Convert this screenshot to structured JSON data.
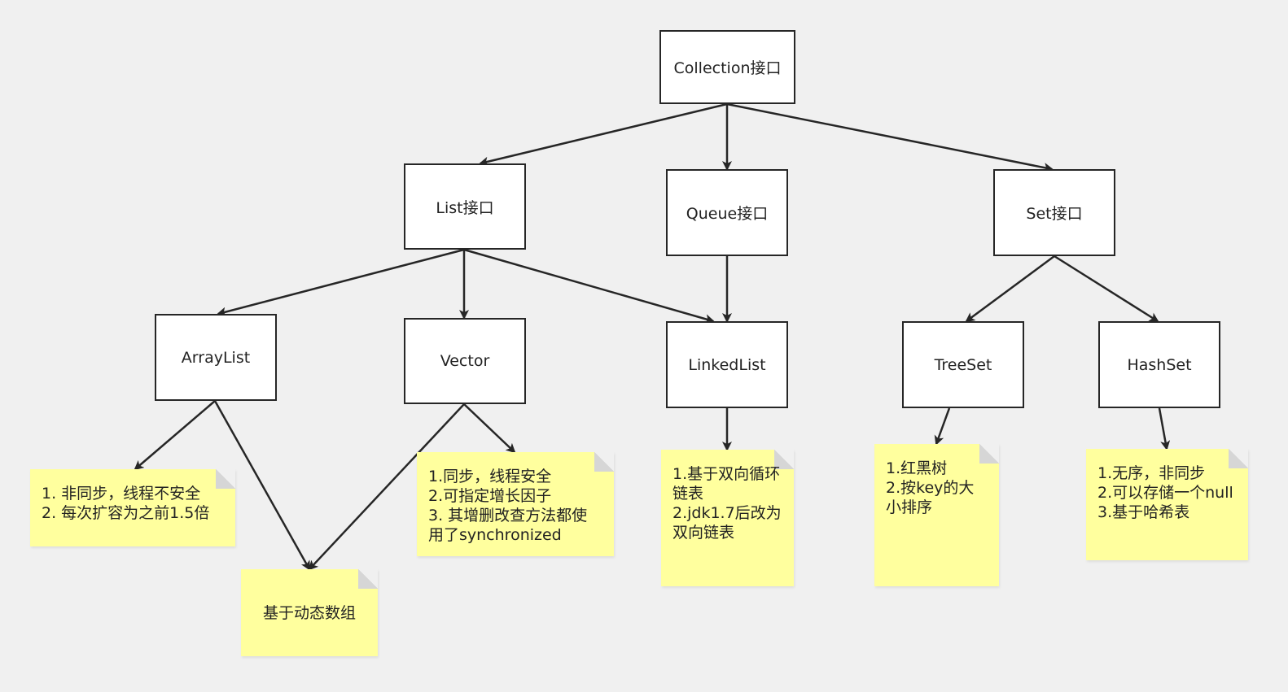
{
  "nodes": {
    "collection": "Collection接口",
    "list": "List接口",
    "queue": "Queue接口",
    "set": "Set接口",
    "arraylist": "ArrayList",
    "vector": "Vector",
    "linkedlist": "LinkedList",
    "treeset": "TreeSet",
    "hashset": "HashSet"
  },
  "notes": {
    "arraylist_note": "1. 非同步，线程不安全\n2. 每次扩容为之前1.5倍",
    "dynamic_array_note": "基于动态数组",
    "vector_note": "1.同步，线程安全\n2.可指定增长因子\n3. 其增删改查方法都使\n用了synchronized",
    "linkedlist_note": "1.基于双向循环\n链表\n2.jdk1.7后改为\n双向链表",
    "treeset_note": "1.红黑树\n2.按key的大\n小排序",
    "hashset_note": "1.无序，非同步\n2.可以存储一个null\n3.基于哈希表"
  },
  "colors": {
    "background": "#f0f0f0",
    "node_border": "#262626",
    "node_fill": "#ffffff",
    "note_fill": "#ffff9e",
    "edge": "#262626"
  }
}
